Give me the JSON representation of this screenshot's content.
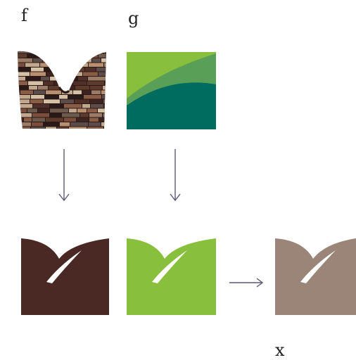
{
  "labels": {
    "f": "f",
    "g": "g",
    "x": "x"
  },
  "colors": {
    "shape_f_out": "#4a2823",
    "shape_g_out": "#88bf3c",
    "shape_x": "#9b8578",
    "hills_light": "#88bf3c",
    "hills_mid": "#5a9f57",
    "hills_dark": "#006c5f",
    "brick_palette": [
      "#3d2420",
      "#5d3a2b",
      "#7a4e3a",
      "#9a7b66",
      "#c2a88c",
      "#2a1a17",
      "#6c5a4d",
      "#b88f6f",
      "#8a5c46",
      "#4f2f28",
      "#d5c1a6",
      "#5b4b49"
    ],
    "arrow": "#5d5778"
  }
}
